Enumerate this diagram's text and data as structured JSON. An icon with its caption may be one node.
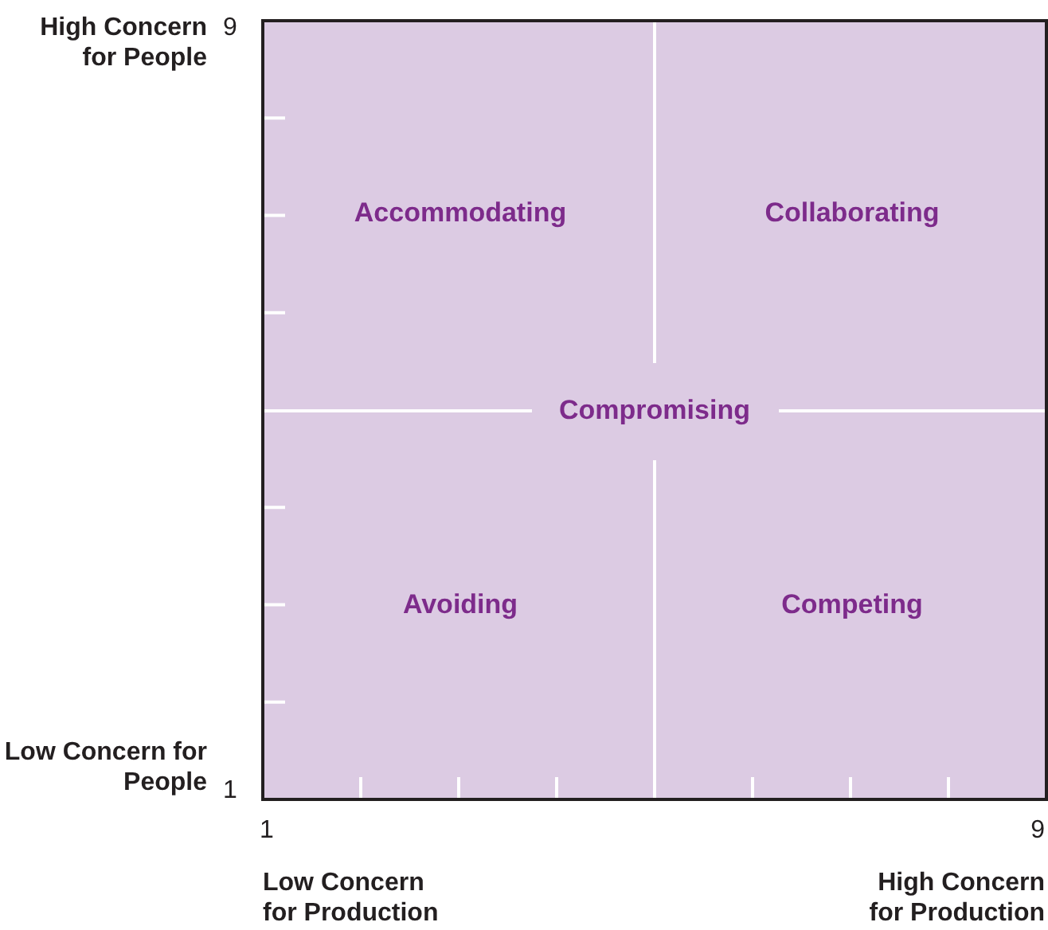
{
  "diagram": {
    "labels": [
      "High Concern for People",
      "9",
      "Accommodating",
      "Collaborating",
      "Compromising",
      "Avoiding",
      "Competing",
      "Low Concern for People",
      "1",
      "1",
      "9",
      "Low Concern for Production",
      "High Concern for Production"
    ]
  }
}
